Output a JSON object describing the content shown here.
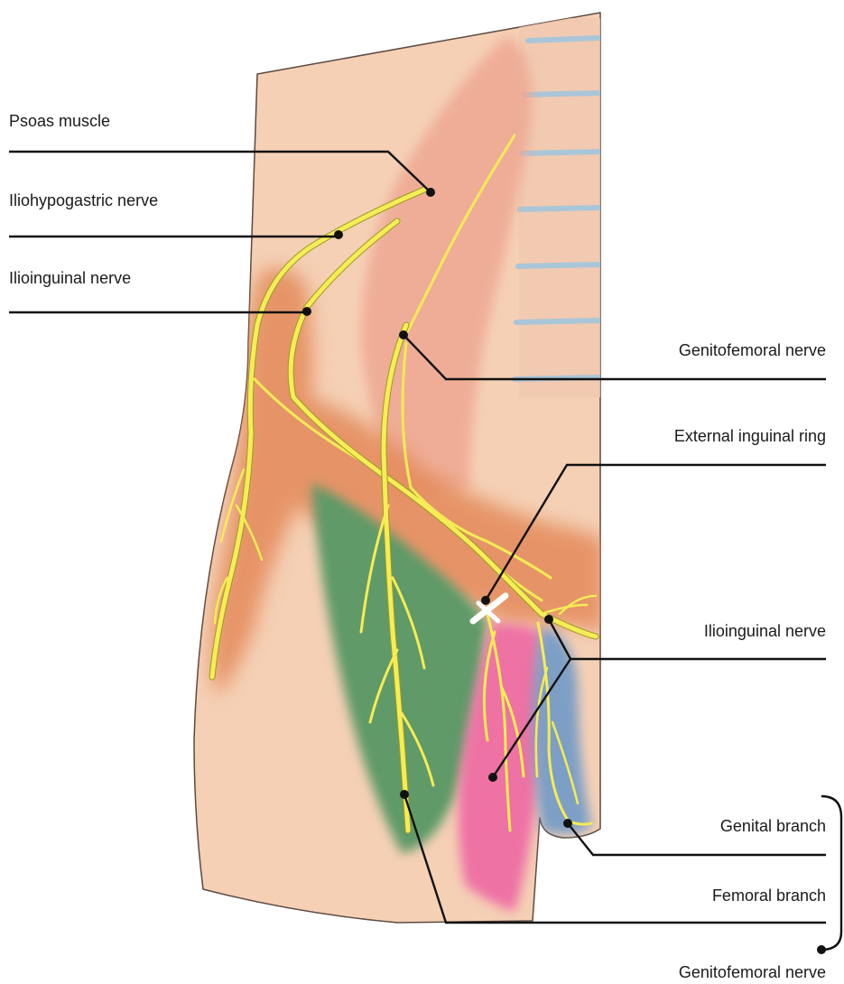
{
  "labels": {
    "psoas_muscle": "Psoas muscle",
    "iliohypogastric_nerve": "Iliohypogastric nerve",
    "ilioinguinal_nerve_upper": "Ilioinguinal nerve",
    "genitofemoral_nerve_upper": "Genitofemoral nerve",
    "external_inguinal_ring": "External inguinal ring",
    "ilioinguinal_nerve_lower": "Ilioinguinal nerve",
    "genital_branch": "Genital branch",
    "femoral_branch": "Femoral branch",
    "genitofemoral_nerve_lower": "Genitofemoral nerve"
  },
  "colors": {
    "skin": "#f5d0b5",
    "muscle": "#eea792",
    "dermatome_orange": "#e48a5a",
    "dermatome_green": "#5e9a68",
    "dermatome_pink": "#ee72a4",
    "dermatome_blue": "#7d9fc6",
    "nerve": "#f6ec55",
    "vertebra_line": "#a9c6d8",
    "outline": "#5a4a40"
  }
}
